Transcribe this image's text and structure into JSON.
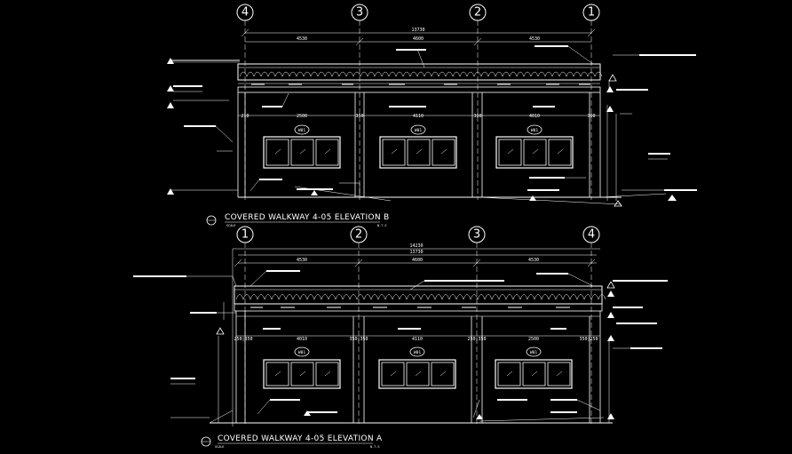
{
  "elevation_b": {
    "title": "COVERED WALKWAY 4-05 ELEVATION B",
    "grid_labels": [
      "4",
      "3",
      "2",
      "1"
    ],
    "overall_dim": "13730",
    "bay_dims": [
      "4530",
      "4600",
      "4530"
    ],
    "window_tags": [
      "W01",
      "W01",
      "W01"
    ],
    "lower_dims": [
      "2500",
      "4110",
      "4010"
    ]
  },
  "elevation_a": {
    "title": "COVERED WALKWAY 4-05 ELEVATION A",
    "grid_labels": [
      "1",
      "2",
      "3",
      "4"
    ],
    "overall_dims": [
      "14230",
      "13730"
    ],
    "bay_dims": [
      "4530",
      "4600",
      "4530"
    ],
    "window_tags": [
      "W01",
      "W01",
      "W01"
    ],
    "lower_dims": [
      "4010",
      "4110",
      "2500"
    ]
  },
  "colors": {
    "background": "#000000",
    "line": "#ffffff"
  }
}
